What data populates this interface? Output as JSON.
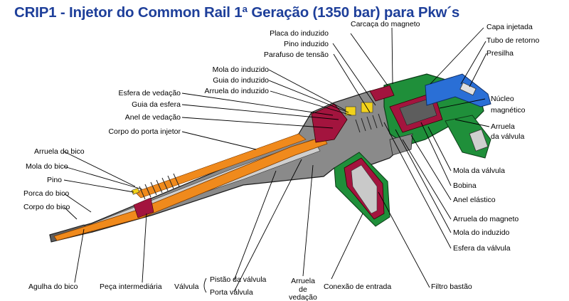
{
  "title": "CRIP1 - Injetor do Common Rail 1ª Geração (1350 bar) para Pkw´s",
  "colors": {
    "title": "#1e3f9a",
    "body_gray": "#8a8a8a",
    "fuel_orange": "#f08a1c",
    "magnet_green": "#1f8f3a",
    "return_blue": "#2a6fd6",
    "seal_red": "#a3143e",
    "yellow_parts": "#f2d21b"
  },
  "labels": {
    "placa_induzido": "Placa do induzido",
    "pino_induzido": "Pino induzido",
    "parafuso_tensao": "Parafuso de tensão",
    "carcaca_magneto": "Carcaça do magneto",
    "capa_injetada": "Capa injetada",
    "tubo_retorno": "Tubo de retorno",
    "presilha": "Presilha",
    "mola_induzido_top": "Mola do induzido",
    "guia_induzido": "Guia do induzido",
    "arruela_induzido": "Arruela do induzido",
    "esfera_vedacao": "Esfera de vedação",
    "guia_esfera": "Guia da esfera",
    "anel_vedacao": "Anel de vedação",
    "corpo_porta_injetor": "Corpo do porta injetor",
    "nucleo_1": "Núcleo",
    "nucleo_2": "magnético",
    "arruela_valvula_1": "Arruela",
    "arruela_valvula_2": "da válvula",
    "arruela_bico": "Arruela do bico",
    "mola_bico": "Mola do bico",
    "pino": "Pino",
    "porca_bico": "Porca do bico",
    "corpo_bico": "Corpo do bico",
    "mola_valvula": "Mola da válvula",
    "bobina": "Bobina",
    "anel_elastico": "Anel elástico",
    "arruela_magneto": "Arruela do magneto",
    "mola_induzido_bottom": "Mola do induzido",
    "esfera_valvula": "Esfera da válvula",
    "agulha_bico": "Agulha do bico",
    "peca_intermediaria": "Peça intermediária",
    "valvula": "Válvula",
    "pistao_valvula": "Pistão da válvula",
    "porta_valvula": "Porta válvula",
    "arruela_vedacao_1": "Arruela",
    "arruela_vedacao_2": "de",
    "arruela_vedacao_3": "vedação",
    "conexao_entrada": "Conexão de entrada",
    "filtro_bastao": "Filtro bastão"
  }
}
